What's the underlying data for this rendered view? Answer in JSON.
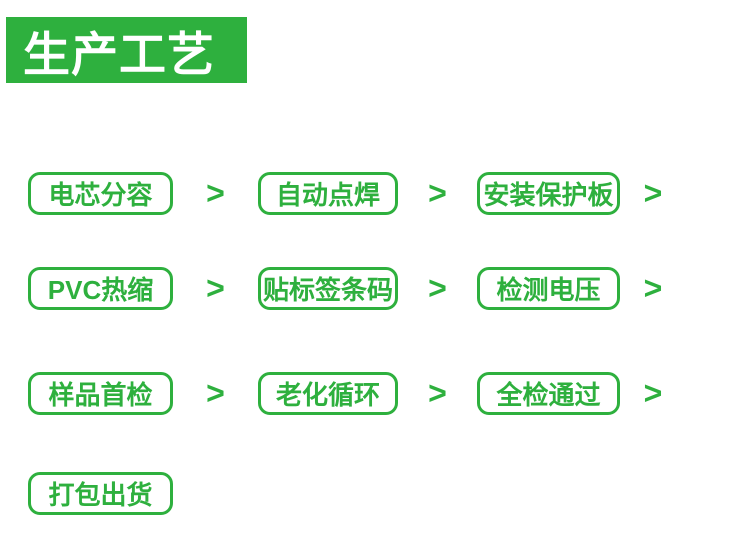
{
  "page": {
    "background_color": "#ffffff",
    "accent_green": "#2eb03e",
    "banner_text_color": "#ffffff"
  },
  "header": {
    "title": "生产工艺"
  },
  "flow": {
    "arrow_glyph": ">",
    "rows": [
      {
        "steps": [
          "电芯分容",
          "自动点焊",
          "安装保护板"
        ],
        "trailing_arrow": true
      },
      {
        "steps": [
          "PVC热缩",
          "贴标签条码",
          "检测电压"
        ],
        "trailing_arrow": true
      },
      {
        "steps": [
          "样品首检",
          "老化循环",
          "全检通过"
        ],
        "trailing_arrow": true
      },
      {
        "steps": [
          "打包出货"
        ],
        "trailing_arrow": false
      }
    ]
  }
}
